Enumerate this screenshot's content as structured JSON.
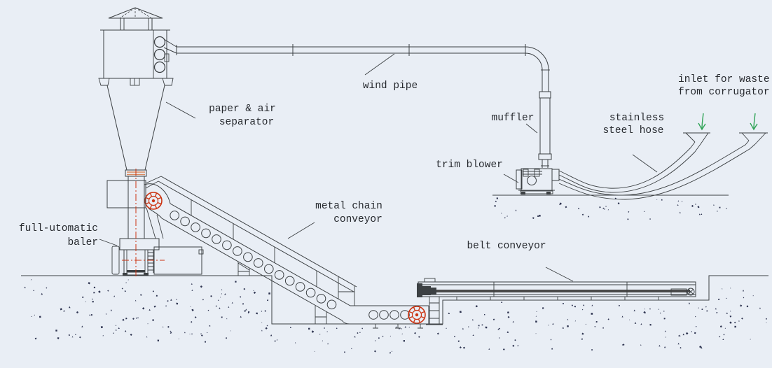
{
  "diagram": {
    "type": "engineering-schematic",
    "subject": "waste paper conveying and baling system"
  },
  "colors": {
    "background": "#e9eef5",
    "line": "#3c4043",
    "accent_red": "#cc3311",
    "accent_orange": "#d98a5f",
    "accent_green": "#2fa356",
    "stipple": "#2e3450",
    "belt": "#4a4a4a",
    "text": "#26292e"
  },
  "labels": {
    "separator_line1": "paper & air",
    "separator_line2": "separator",
    "wind_pipe": "wind pipe",
    "muffler": "muffler",
    "trim_blower": "trim blower",
    "hose_line1": "stainless",
    "hose_line2": "steel hose",
    "inlet_line1": "inlet for waste",
    "inlet_line2": "from corrugator",
    "chain_line1": "metal chain",
    "chain_line2": "conveyor",
    "belt_conveyor": "belt conveyor",
    "baler_line1": "full-utomatic",
    "baler_line2": "baler"
  }
}
